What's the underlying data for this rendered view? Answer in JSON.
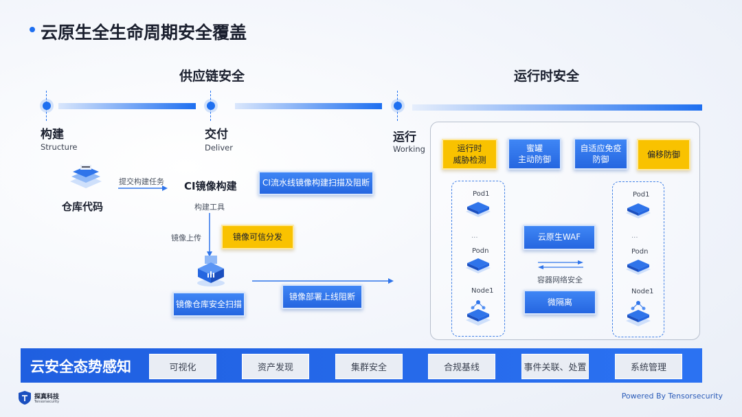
{
  "page_title": "云原生全生命周期安全覆盖",
  "sections": {
    "supply_chain": "供应链安全",
    "runtime": "运行时安全"
  },
  "stages": [
    {
      "cn": "构建",
      "en": "Structure"
    },
    {
      "cn": "交付",
      "en": "Deliver"
    },
    {
      "cn": "运行",
      "en": "Working"
    }
  ],
  "supply": {
    "repo_label": "仓库代码",
    "submit_task": "提交构建任务",
    "ci_build": "CI镜像构建",
    "build_tool": "构建工具",
    "ci_scan_box": "CI流水线镜像构建扫描及阻断",
    "image_upload": "镜像上传",
    "trusted_dist_box": "镜像可信分发",
    "registry_scan_box": "镜像仓库安全扫描",
    "deploy_block_box": "镜像部署上线阻断"
  },
  "runtime": {
    "top_boxes": [
      {
        "text": "运行时\n威胁检测",
        "color": "yellow"
      },
      {
        "text": "蜜罐\n主动防御",
        "color": "blue"
      },
      {
        "text": "自适应免疫\n防御",
        "color": "blue"
      },
      {
        "text": "偏移防御",
        "color": "yellow"
      }
    ],
    "pods_left": {
      "pod1": "Pod1",
      "dots": "...",
      "podn": "Podn",
      "node1": "Node1"
    },
    "pods_right": {
      "pod1": "Pod1",
      "dots": "...",
      "podn": "Podn",
      "node1": "Node1"
    },
    "waf_box": "云原生WAF",
    "network_label": "容器网络安全",
    "microseg_box": "微隔离"
  },
  "bottom": {
    "title": "云安全态势感知",
    "items": [
      "可视化",
      "资产发现",
      "集群安全",
      "合规基线",
      "事件关联、处置",
      "系统管理"
    ]
  },
  "footer": {
    "logo_name": "探真科技",
    "logo_sub": "Tensorsecurity",
    "powered": "Powered By Tensorsecurity"
  },
  "colors": {
    "accent_blue": "#1e6ff0",
    "box_blue": "#2f74ea",
    "box_yellow": "#f9c200",
    "bar_blue": "#1f5fe0"
  }
}
